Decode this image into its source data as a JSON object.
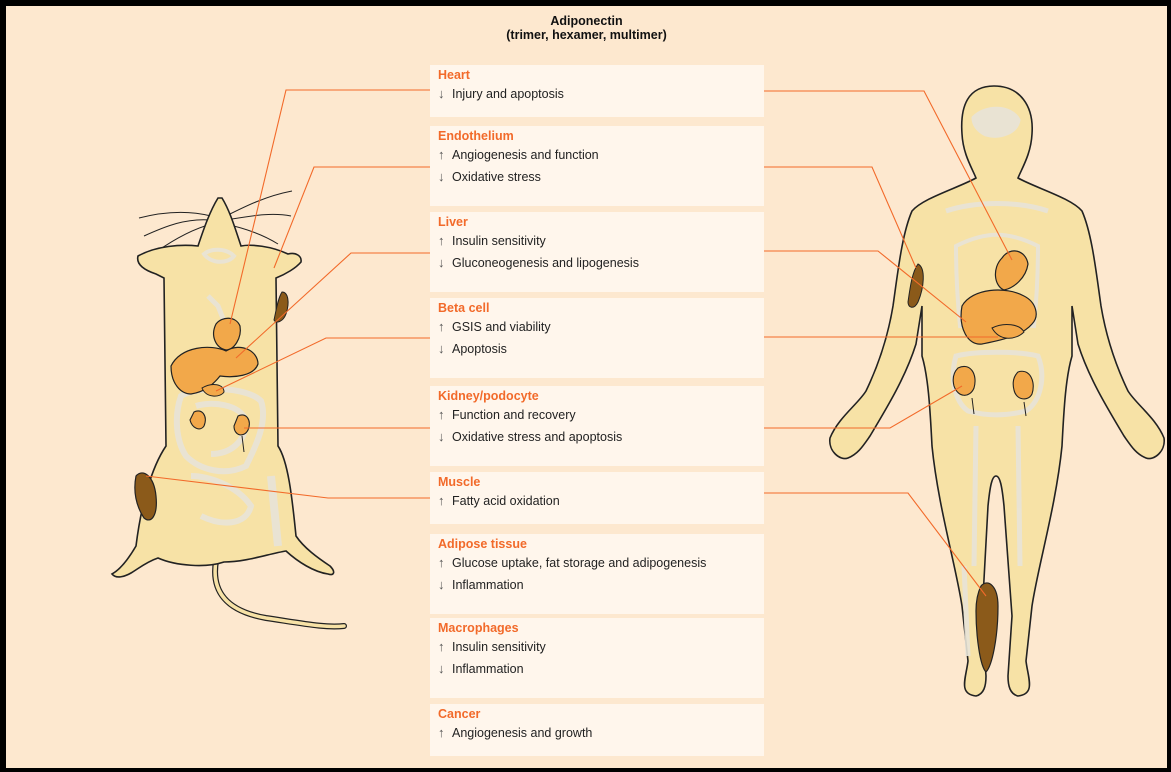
{
  "title": {
    "line1": "Adiponectin",
    "line2": "(trimer, hexamer, multimer)"
  },
  "colors": {
    "background": "#fde8cf",
    "panel": "#fff6ec",
    "accent": "#f26a2a",
    "organ": "#f2a84a",
    "body": "#f7e2a6"
  },
  "arrows": {
    "up": "↑",
    "down": "↓"
  },
  "panels": [
    {
      "title": "Heart",
      "effects": [
        {
          "dir": "down",
          "text": "Injury and apoptosis"
        }
      ]
    },
    {
      "title": "Endothelium",
      "effects": [
        {
          "dir": "up",
          "text": "Angiogenesis and function"
        },
        {
          "dir": "down",
          "text": "Oxidative stress"
        }
      ]
    },
    {
      "title": "Liver",
      "effects": [
        {
          "dir": "up",
          "text": "Insulin sensitivity"
        },
        {
          "dir": "down",
          "text": "Gluconeogenesis and lipogenesis"
        }
      ]
    },
    {
      "title": "Beta cell",
      "effects": [
        {
          "dir": "up",
          "text": "GSIS and viability"
        },
        {
          "dir": "down",
          "text": "Apoptosis"
        }
      ]
    },
    {
      "title": "Kidney/podocyte",
      "effects": [
        {
          "dir": "up",
          "text": "Function and recovery"
        },
        {
          "dir": "down",
          "text": "Oxidative stress and apoptosis"
        }
      ]
    },
    {
      "title": "Muscle",
      "effects": [
        {
          "dir": "up",
          "text": "Fatty acid oxidation"
        }
      ]
    },
    {
      "title": "Adipose tissue",
      "effects": [
        {
          "dir": "up",
          "text": "Glucose uptake, fat storage and adipogenesis"
        },
        {
          "dir": "down",
          "text": "Inflammation"
        }
      ]
    },
    {
      "title": "Macrophages",
      "effects": [
        {
          "dir": "up",
          "text": "Insulin sensitivity"
        },
        {
          "dir": "down",
          "text": "Inflammation"
        }
      ]
    },
    {
      "title": "Cancer",
      "effects": [
        {
          "dir": "up",
          "text": "Angiogenesis and growth"
        }
      ]
    }
  ]
}
